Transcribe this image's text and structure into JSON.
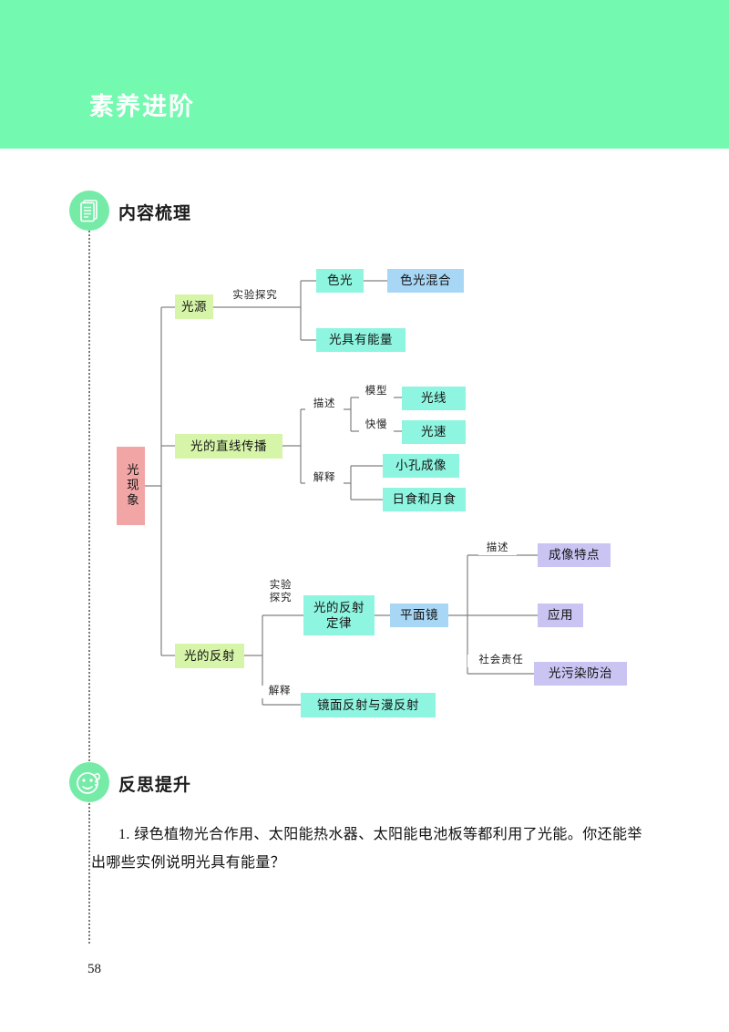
{
  "header": {
    "title": "素养进阶",
    "background_color": "#73f9b0",
    "title_color": "#ffffff"
  },
  "sections": [
    {
      "id": "content-outline",
      "title": "内容梳理",
      "icon": "document-stack-icon",
      "marker_color": "#76eba8"
    },
    {
      "id": "reflection",
      "title": "反思提升",
      "icon": "thinking-face-icon",
      "marker_color": "#76eba8"
    }
  ],
  "mindmap": {
    "root": {
      "label": "光现象",
      "color": "#f2a5a5"
    },
    "branches": [
      {
        "label": "光源",
        "color": "#d6f5a8",
        "edge_label": "实验探究",
        "children": [
          {
            "label": "色光",
            "color": "#8ef5e0",
            "children": [
              {
                "label": "色光混合",
                "color": "#a8d7f5"
              }
            ]
          },
          {
            "label": "光具有能量",
            "color": "#8ef5e0"
          }
        ]
      },
      {
        "label": "光的直线传播",
        "color": "#d6f5a8",
        "children": [
          {
            "edge_label": "描述",
            "items": [
              {
                "edge_label": "模型",
                "label": "光线",
                "color": "#8ef5e0"
              },
              {
                "edge_label": "快慢",
                "label": "光速",
                "color": "#8ef5e0"
              }
            ]
          },
          {
            "edge_label": "解释",
            "items": [
              {
                "label": "小孔成像",
                "color": "#8ef5e0"
              },
              {
                "label": "日食和月食",
                "color": "#8ef5e0"
              }
            ]
          }
        ]
      },
      {
        "label": "光的反射",
        "color": "#d6f5a8",
        "children": [
          {
            "edge_label": "实验\n探究",
            "label": "光的反射\n定律",
            "color": "#8ef5e0",
            "child": {
              "label": "平面镜",
              "color": "#a8d7f5",
              "items": [
                {
                  "edge_label": "描述",
                  "label": "成像特点",
                  "color": "#c9c4f2"
                },
                {
                  "edge_label": "",
                  "label": "应用",
                  "color": "#c9c4f2"
                },
                {
                  "edge_label": "社会责任",
                  "label": "光污染防治",
                  "color": "#c9c4f2"
                }
              ]
            }
          },
          {
            "edge_label": "解释",
            "label": "镜面反射与漫反射",
            "color": "#8ef5e0"
          }
        ]
      }
    ],
    "nodes": {
      "root": "光现象",
      "guangyuan": "光源",
      "seguang": "色光",
      "seguanghunhe": "色光混合",
      "guangjuyounengliang": "光具有能量",
      "zhixianchuanbo": "光的直线传播",
      "guangxian": "光线",
      "guangsu": "光速",
      "xiaokongchengxiang": "小孔成像",
      "rishiheyueshi": "日食和月食",
      "guangdefanshe": "光的反射",
      "fanshedinglv": "光的反射\n定律",
      "pingmianjing": "平面镜",
      "chengxiangtedian": "成像特点",
      "yingyong": "应用",
      "guangwuranfangzhi": "光污染防治",
      "jingmianyumanfanshe": "镜面反射与漫反射"
    },
    "edge_labels": {
      "shiyantanjiu_1": "实验探究",
      "miaoshu_1": "描述",
      "moxing": "模型",
      "kuaiman": "快慢",
      "jieshi_1": "解释",
      "shiyantanjiu_2": "实验\n探究",
      "jieshi_2": "解释",
      "miaoshu_2": "描述",
      "shehuizeren": "社会责任"
    }
  },
  "body": {
    "question": "1. 绿色植物光合作用、太阳能热水器、太阳能电池板等都利用了光能。你还能举出哪些实例说明光具有能量？"
  },
  "footer": {
    "page_number": "58"
  }
}
